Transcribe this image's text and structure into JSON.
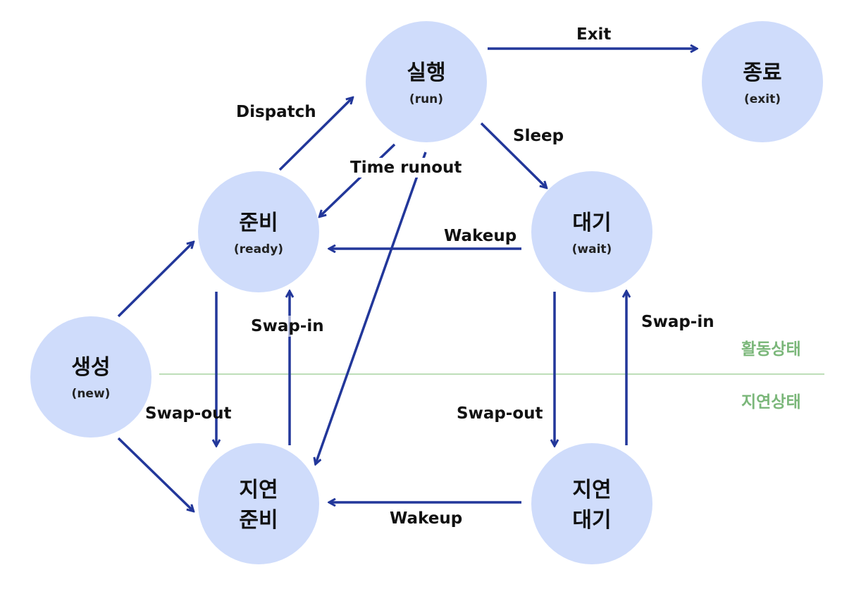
{
  "colors": {
    "node_fill": "#cfdcfb",
    "arrow": "#22379a",
    "divider": "#a9d4a2",
    "zone_text": "#7bb77a"
  },
  "nodes": {
    "run": {
      "title": "실행",
      "sub": "(run)"
    },
    "exit": {
      "title": "종료",
      "sub": "(exit)"
    },
    "ready": {
      "title": "준비",
      "sub": "(ready)"
    },
    "wait": {
      "title": "대기",
      "sub": "(wait)"
    },
    "new": {
      "title": "생성",
      "sub": "(new)"
    },
    "suspended_ready": {
      "line1": "지연",
      "line2": "준비"
    },
    "suspended_wait": {
      "line1": "지연",
      "line2": "대기"
    }
  },
  "edges": {
    "exit": "Exit",
    "dispatch": "Dispatch",
    "sleep": "Sleep",
    "time_runout": "Time runout",
    "wakeup_top": "Wakeup",
    "swap_in_left": "Swap-in",
    "swap_in_right": "Swap-in",
    "swap_out_left": "Swap-out",
    "swap_out_right": "Swap-out",
    "wakeup_bottom": "Wakeup"
  },
  "zones": {
    "active": "활동상태",
    "suspended": "지연상태"
  }
}
